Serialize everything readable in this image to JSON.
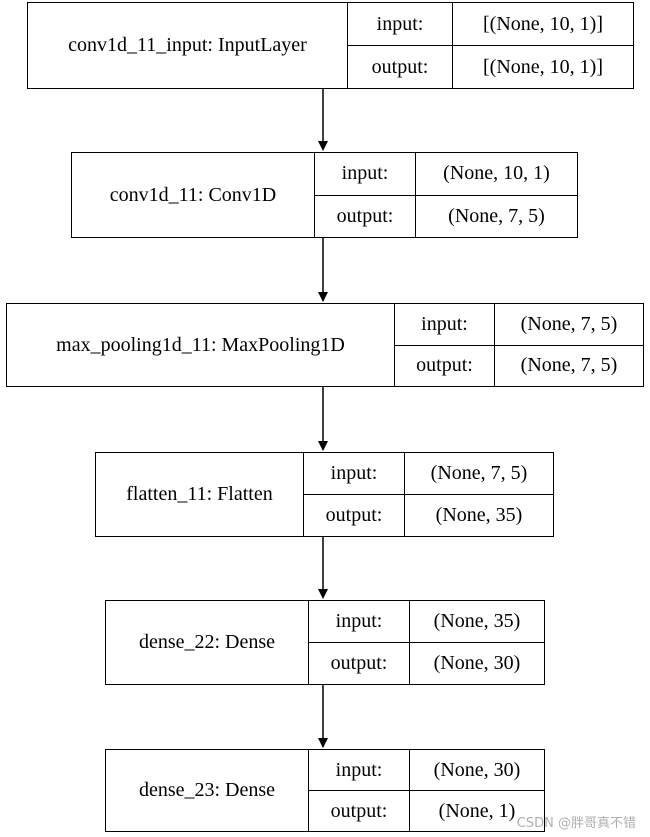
{
  "io_labels": {
    "input": "input:",
    "output": "output:"
  },
  "nodes": [
    {
      "id": "conv1d-11-input",
      "name": "conv1d_11_input: InputLayer",
      "input": "[(None, 10, 1)]",
      "output": "[(None, 10, 1)]"
    },
    {
      "id": "conv1d-11",
      "name": "conv1d_11: Conv1D",
      "input": "(None, 10, 1)",
      "output": "(None, 7, 5)"
    },
    {
      "id": "max-pooling1d-11",
      "name": "max_pooling1d_11: MaxPooling1D",
      "input": "(None, 7, 5)",
      "output": "(None, 7, 5)"
    },
    {
      "id": "flatten-11",
      "name": "flatten_11: Flatten",
      "input": "(None, 7, 5)",
      "output": "(None, 35)"
    },
    {
      "id": "dense-22",
      "name": "dense_22: Dense",
      "input": "(None, 35)",
      "output": "(None, 30)"
    },
    {
      "id": "dense-23",
      "name": "dense_23: Dense",
      "input": "(None, 30)",
      "output": "(None, 1)"
    }
  ],
  "watermark": "CSDN @胖哥真不错"
}
